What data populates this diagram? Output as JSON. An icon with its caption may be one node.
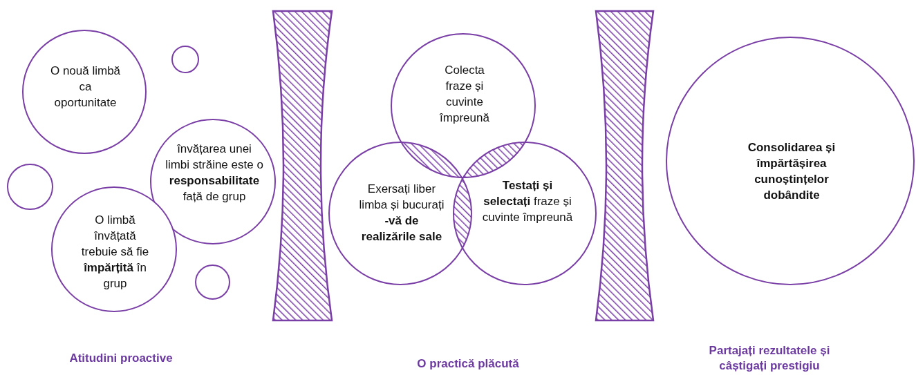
{
  "diagram": {
    "nodes": [
      {
        "text": [
          "O nouă limbă ca oportunitate"
        ]
      },
      {
        "text": [],
        "shape": "circle"
      },
      {
        "text": [],
        "shape": "circle"
      },
      {
        "text": [
          "învățarea unei limbi străine este o **responsabilitate** față de grup"
        ]
      },
      {
        "text": [
          "O limbă învățată trebuie să fie **împărțită** în grup"
        ]
      },
      {
        "text": [],
        "shape": "circle"
      },
      {
        "text": [],
        "shape": "band"
      },
      {
        "text": [
          "Colecta fraze și cuvinte împreună"
        ]
      },
      {
        "text": [
          "Exersați liber limba și bucurați **-vă de realizările sale**"
        ]
      },
      {
        "text": [
          "**Testați și selectați** fraze și cuvinte împreună"
        ]
      },
      {
        "text": [],
        "shape": "lens"
      },
      {
        "text": [],
        "shape": "lens"
      },
      {
        "text": [],
        "shape": "lens"
      },
      {
        "text": [],
        "shape": "band"
      },
      {
        "text": [
          "Consolidarea și împărtășirea cunoștințelor dobândite"
        ]
      }
    ],
    "edges": [],
    "labels": [
      "Atitudini proactive",
      "O practică plăcută",
      "Partajați rezultatele și câștigați prestigiu"
    ]
  }
}
